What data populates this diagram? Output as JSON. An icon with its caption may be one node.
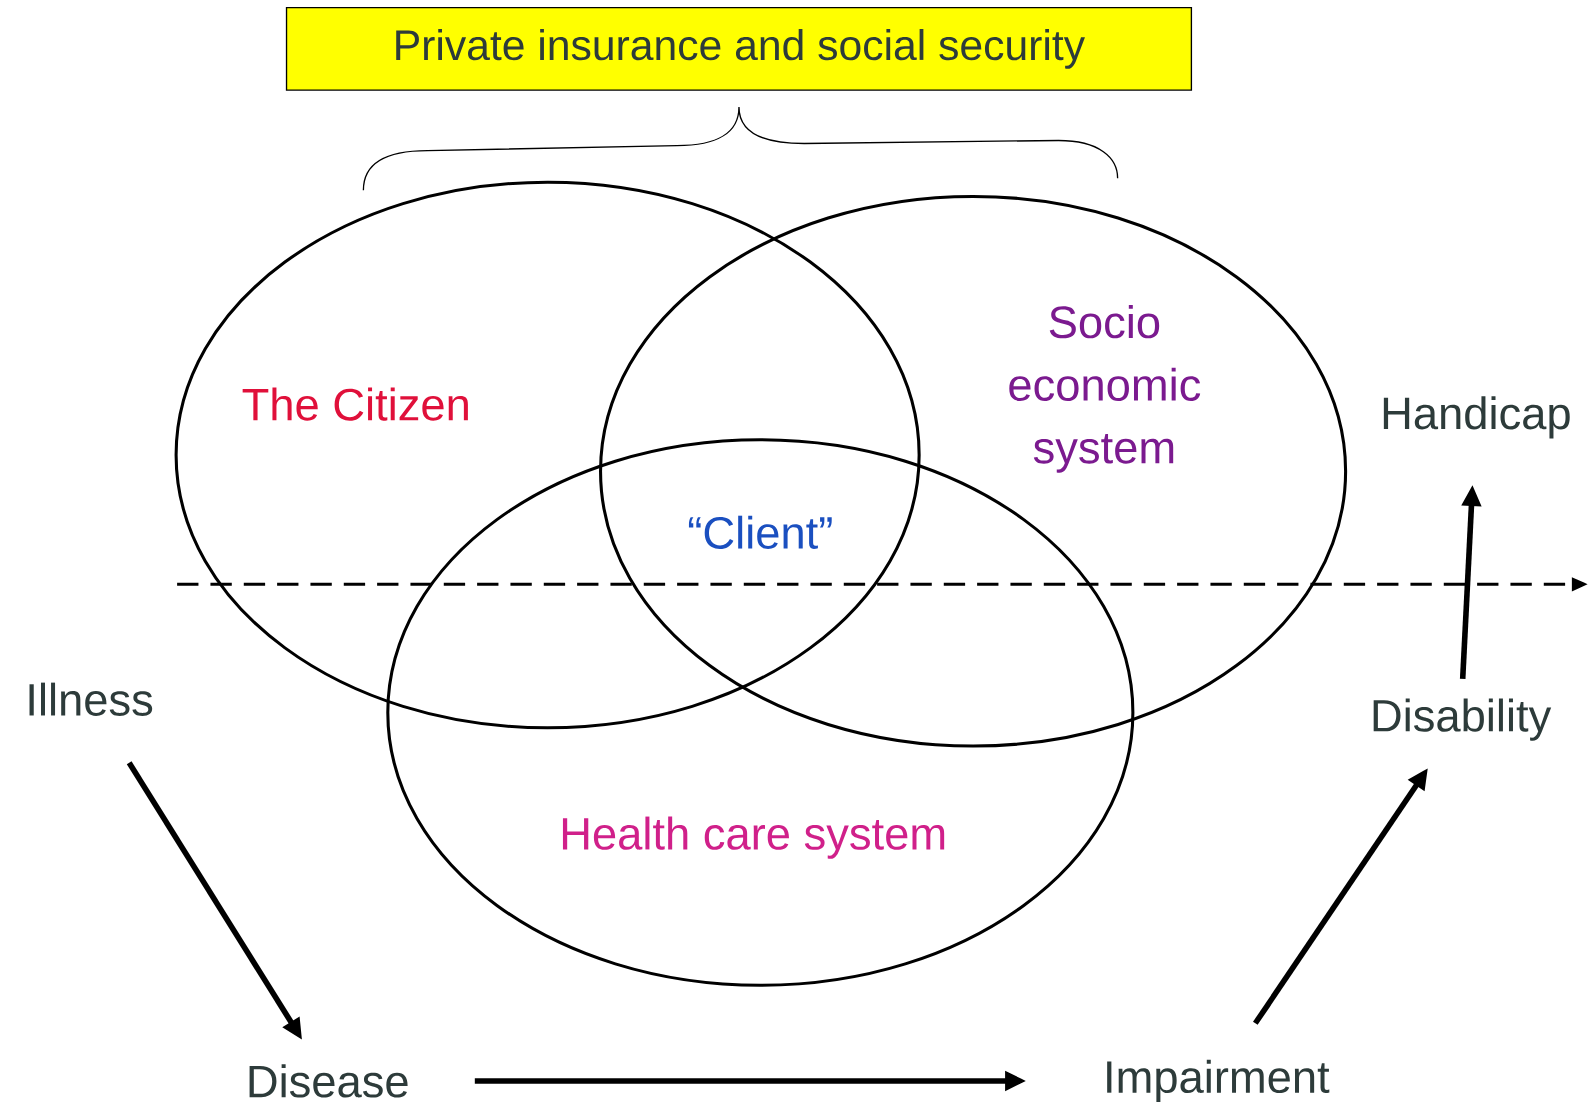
{
  "diagram": {
    "nodes": [
      {
        "text": [
          "Private insurance and social security"
        ]
      },
      {
        "text": [
          "The Citizen"
        ]
      },
      {
        "text": [
          "Socio economic system"
        ]
      },
      {
        "text": [
          "Health care system"
        ]
      },
      {
        "text": [
          "Illness"
        ]
      },
      {
        "text": [
          "Disease"
        ]
      },
      {
        "text": [
          "Impairment"
        ]
      },
      {
        "text": [
          "Disability"
        ]
      },
      {
        "text": [
          "Handicap"
        ]
      }
    ],
    "edges": [
      {
        "from": 4,
        "to": 5,
        "arrow": "to"
      },
      {
        "from": 5,
        "to": 6,
        "arrow": "to"
      },
      {
        "from": 6,
        "to": 7,
        "arrow": "to"
      },
      {
        "from": 7,
        "to": 8,
        "arrow": "to"
      }
    ],
    "labels": [
      "“Client”"
    ]
  }
}
